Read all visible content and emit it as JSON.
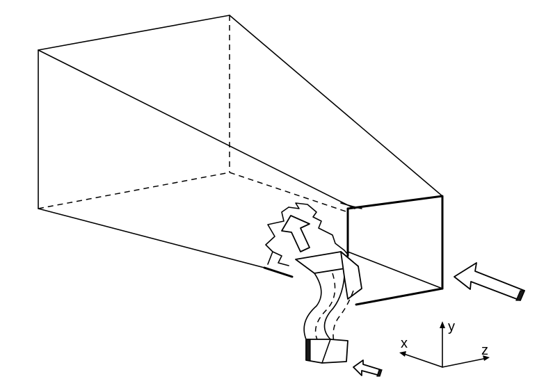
{
  "diagram": {
    "axes": {
      "x_label": "x",
      "y_label": "y",
      "z_label": "z"
    }
  }
}
